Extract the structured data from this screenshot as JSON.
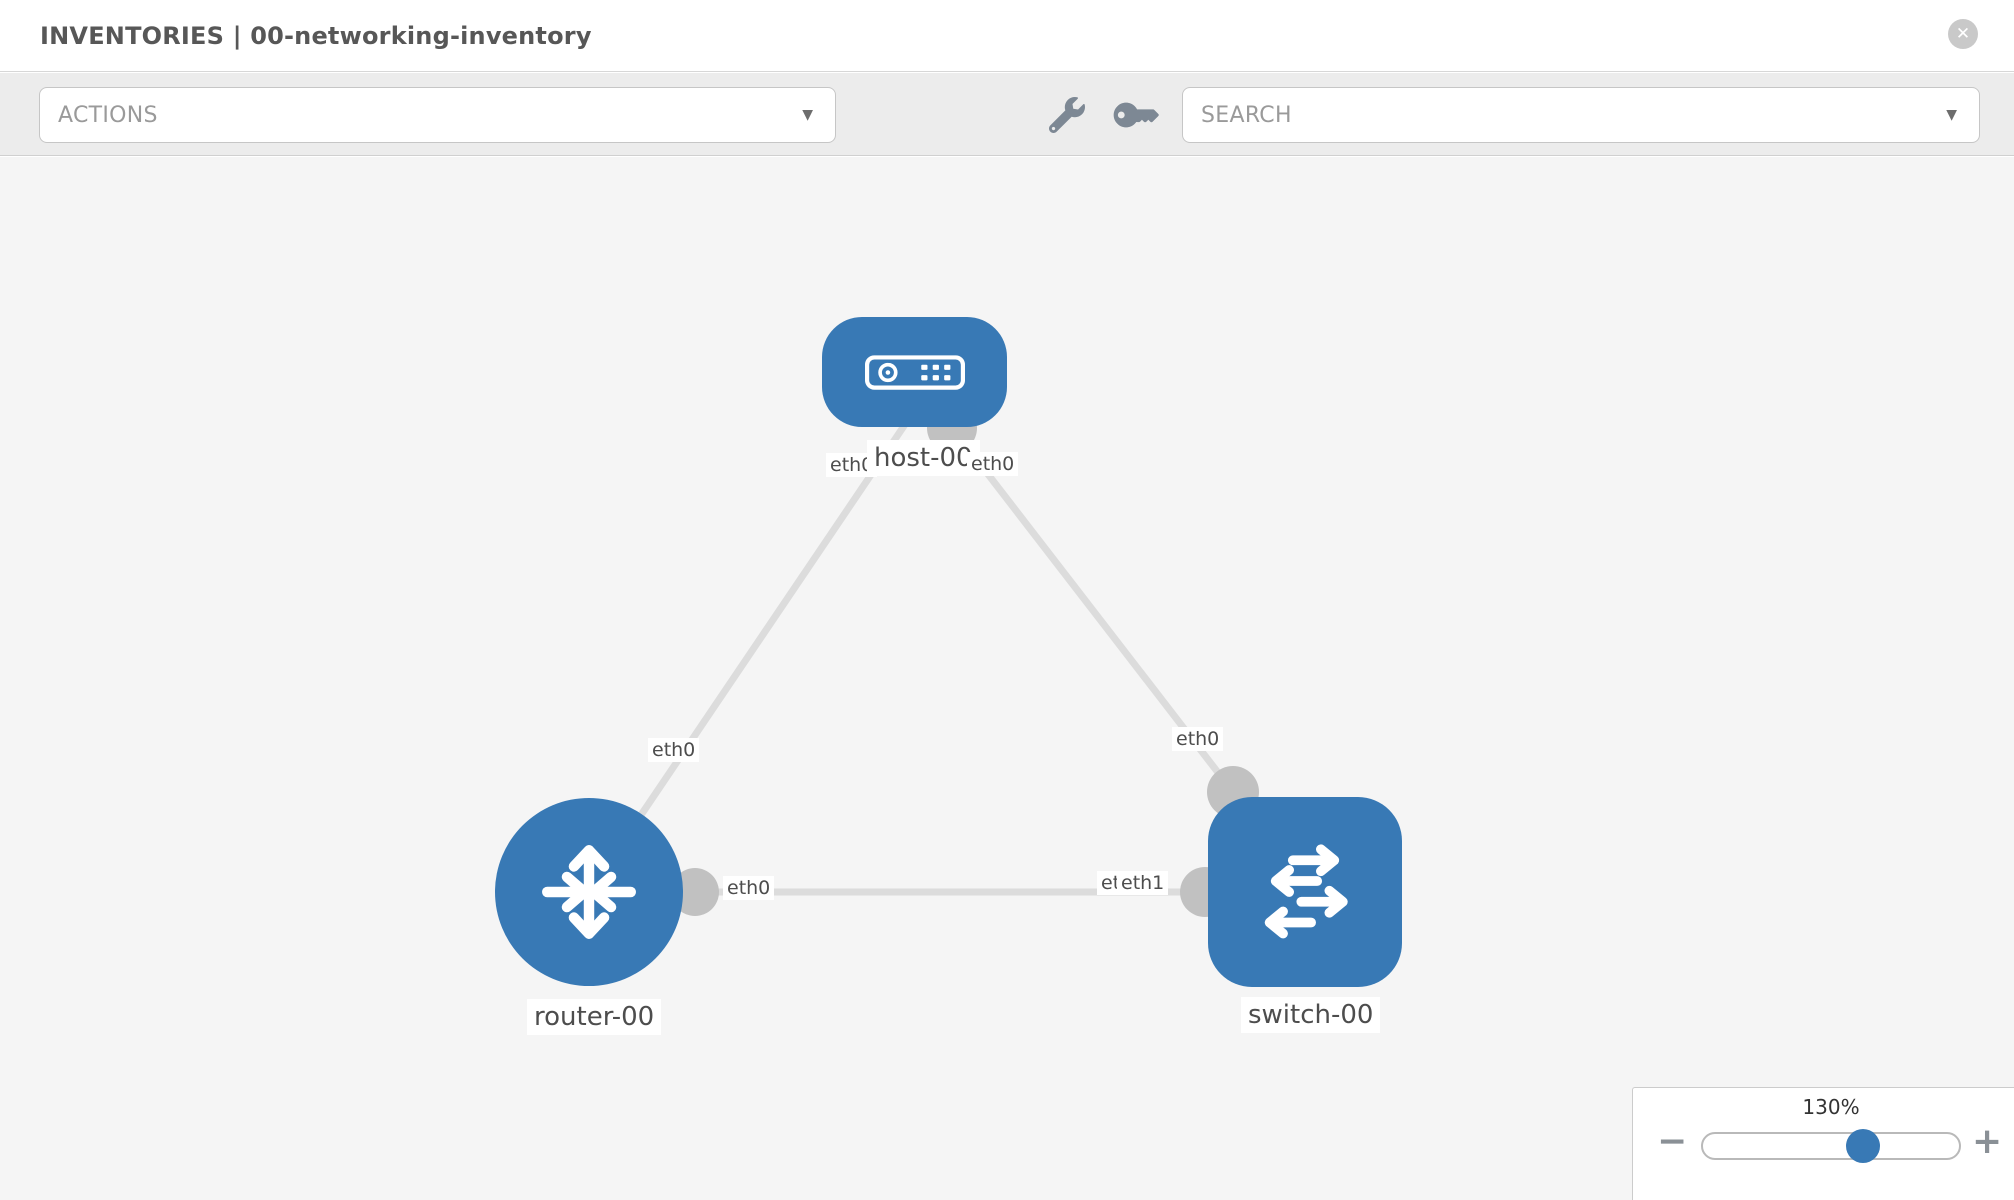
{
  "header": {
    "title": "INVENTORIES | 00-networking-inventory",
    "close_icon": "✕"
  },
  "toolbar": {
    "actions_label": "ACTIONS",
    "search_placeholder": "SEARCH",
    "caret_icon": "▼",
    "icons": [
      "wrench-icon",
      "key-icon"
    ]
  },
  "topology": {
    "nodes": [
      {
        "name": "host-00",
        "type": "host"
      },
      {
        "name": "router-00",
        "type": "router"
      },
      {
        "name": "switch-00",
        "type": "switch"
      }
    ],
    "links": [
      {
        "source": "router-00",
        "target": "host-00",
        "source_interface": "eth0",
        "target_interface": "eth0"
      },
      {
        "source": "host-00",
        "target": "switch-00",
        "source_interface": "eth0",
        "target_interface": "eth0"
      },
      {
        "source": "router-00",
        "target": "switch-00",
        "source_interface": "eth0",
        "target_interface": "eth1"
      }
    ],
    "labels": {
      "host": "host-00",
      "router": "router-00",
      "switch": "switch-00",
      "host_if_left": "eth0",
      "host_if_right": "eth0",
      "link_router_host_mid": "eth0",
      "link_host_switch_mid": "eth0",
      "router_if_right": "eth0",
      "switch_if_under": "eth0",
      "switch_if_over": "eth1"
    }
  },
  "zoom_control": {
    "level": "130%",
    "percent": 130,
    "minus_label": "−",
    "plus_label": "+"
  },
  "colors": {
    "node_blue": "#3879b5",
    "link_gray": "#dcdcdc",
    "interface_gray": "#c1c1c1",
    "toolbar_bg": "#ececec",
    "canvas_bg": "#f5f5f5",
    "label_text": "#4d4d4d"
  }
}
